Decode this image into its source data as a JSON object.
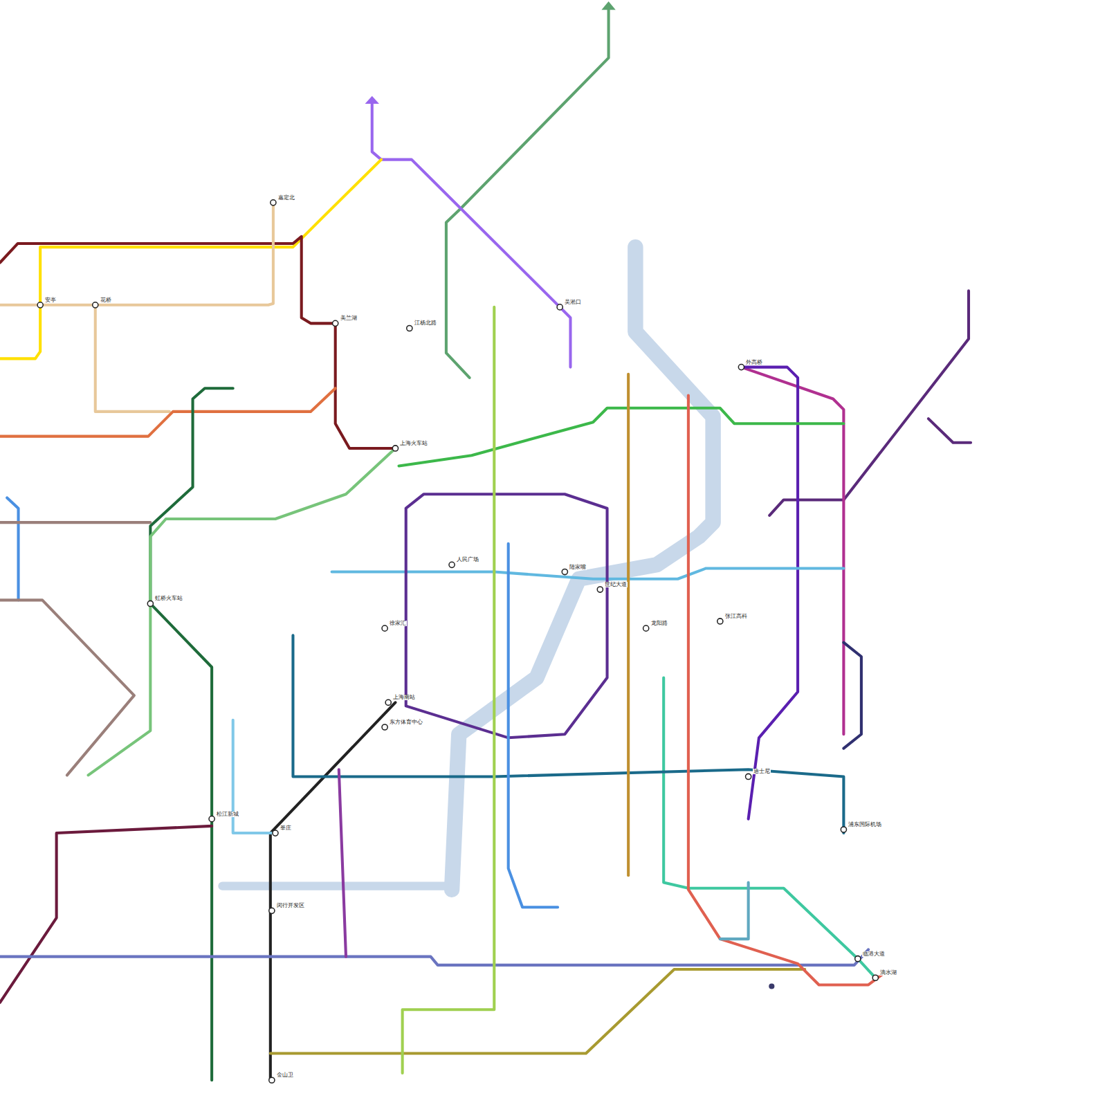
{
  "diagram": {
    "labels": [
      "嘉定北",
      "上海火车站",
      "人民广场",
      "陆家嘴",
      "世纪大道",
      "徐家汇",
      "上海南站",
      "莘庄",
      "金山卫",
      "虹桥火车站",
      "浦东国际机场",
      "滴水湖",
      "临港大道",
      "龙阳路",
      "张江高科",
      "吴淞口",
      "外高桥",
      "美兰湖",
      "江杨北路",
      "闵行开发区",
      "松江新城",
      "花桥",
      "安亭",
      "迪士尼",
      "东方体育中心"
    ]
  }
}
